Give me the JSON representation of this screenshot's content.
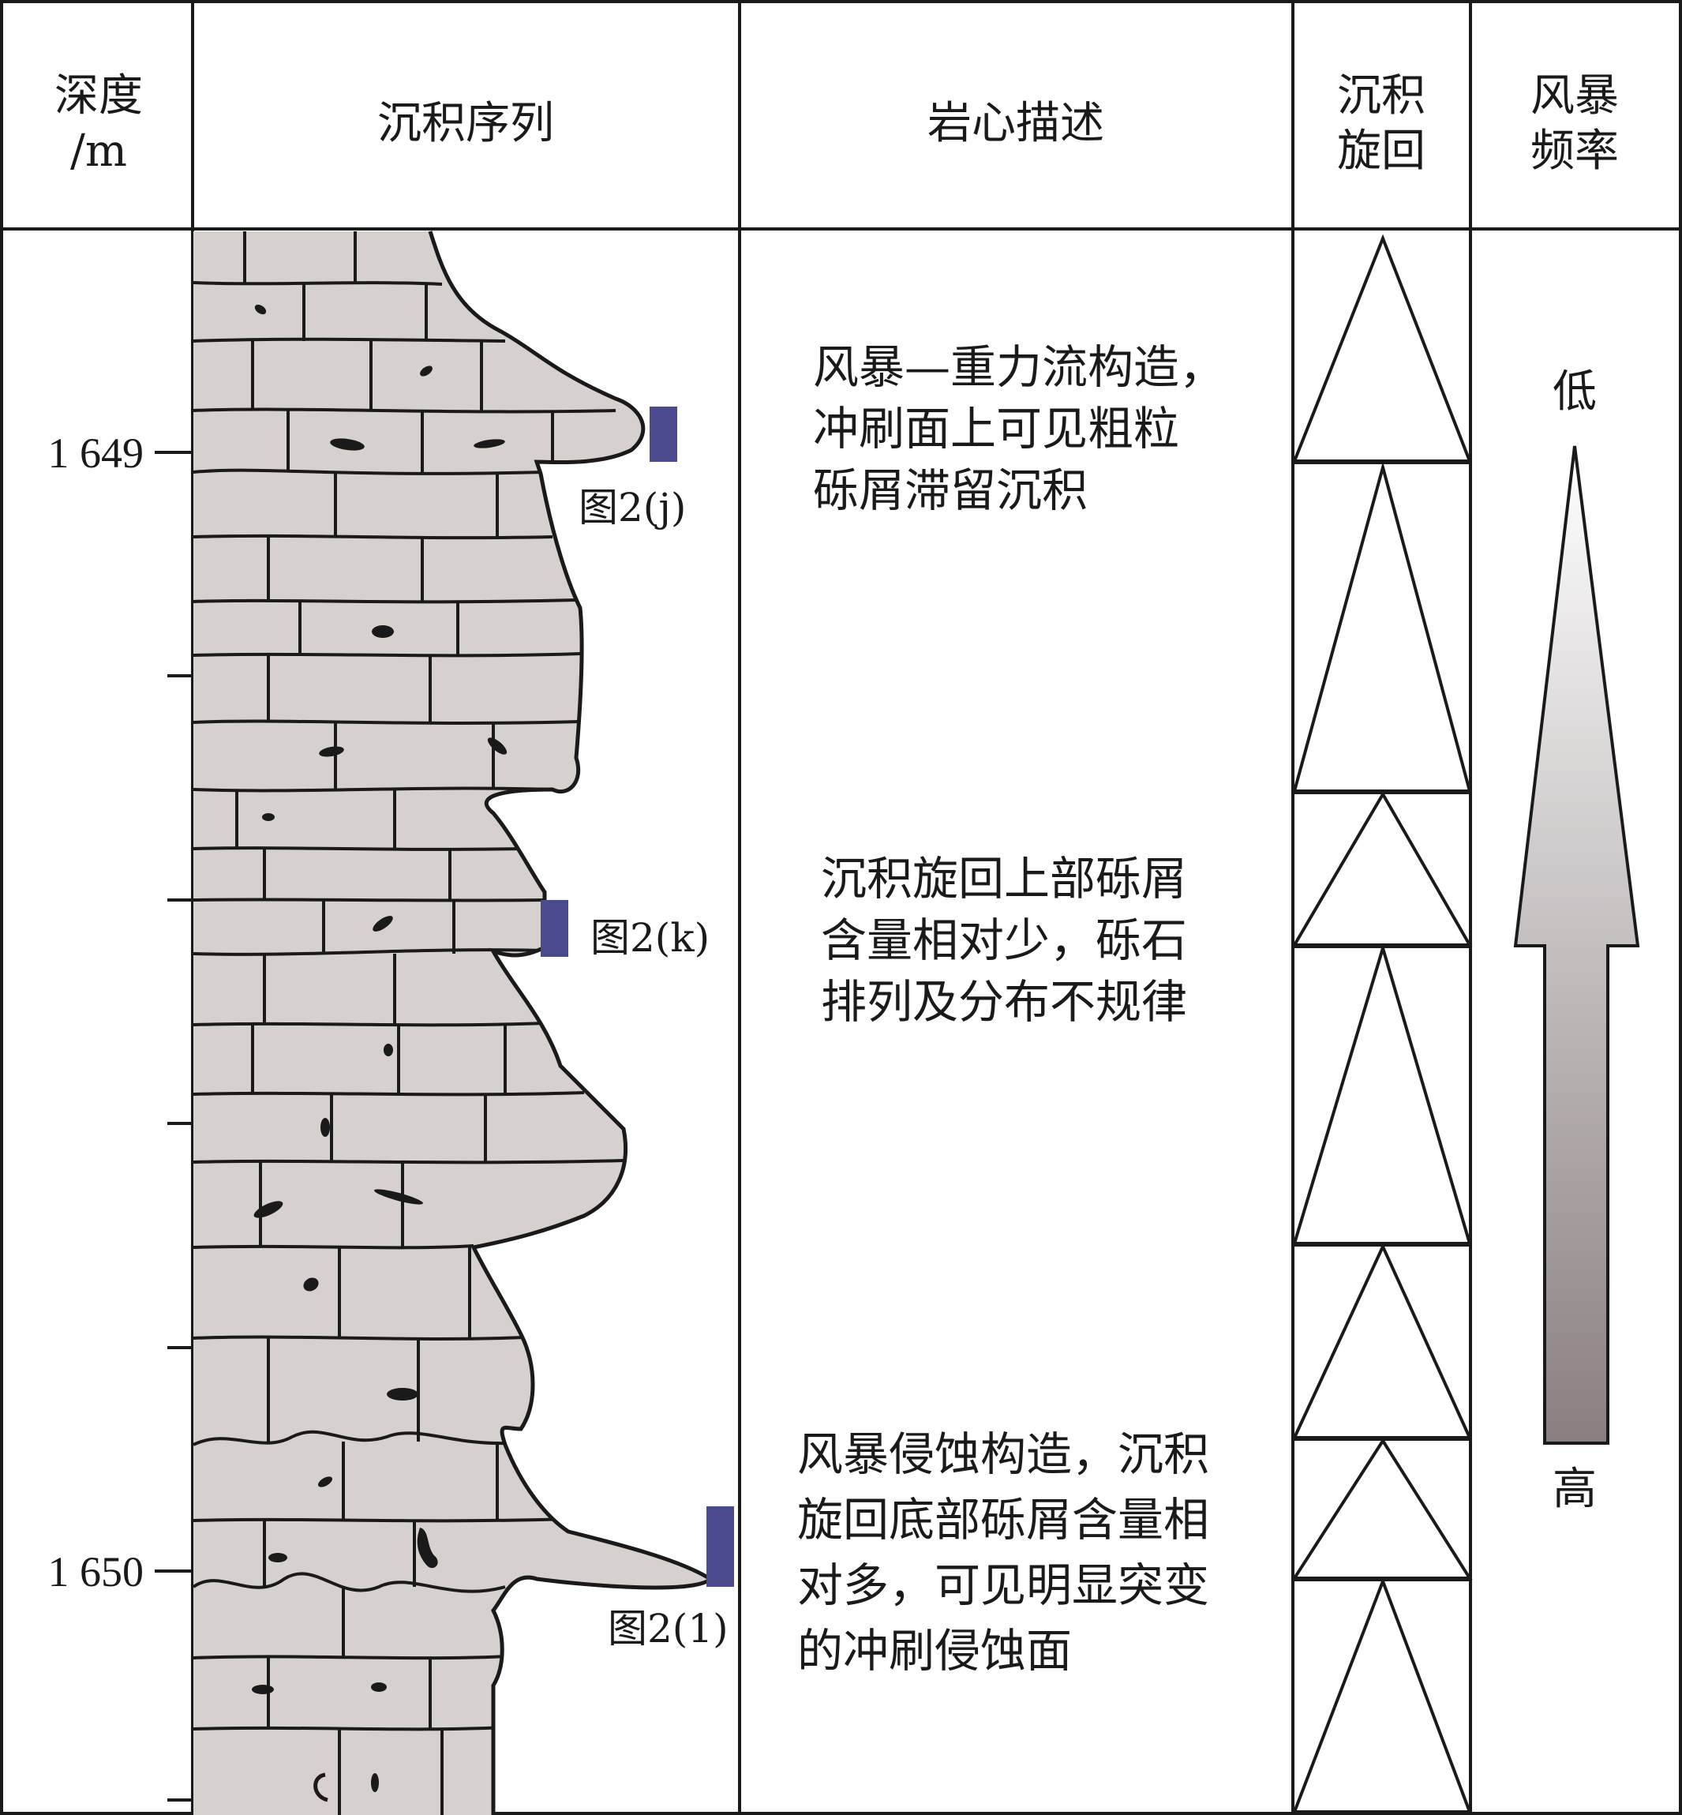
{
  "headers": {
    "depth": [
      "深度",
      "/m"
    ],
    "sequence": "沉积序列",
    "core_description": "岩心描述",
    "cycle": [
      "沉积",
      "旋回"
    ],
    "storm_frequency": [
      "风暴",
      "频率"
    ]
  },
  "depth_labels": [
    "1 649",
    "1 650"
  ],
  "photo_labels": [
    "图2(j)",
    "图2(k)",
    "图2(1)"
  ],
  "descriptions": [
    [
      "风暴—重力流构造，",
      "冲刷面上可见粗粒",
      "砾屑滞留沉积"
    ],
    [
      "沉积旋回上部砾屑",
      "含量相对少，砾石",
      "排列及分布不规律"
    ],
    [
      "风暴侵蚀构造，沉积",
      "旋回底部砾屑含量相",
      "对多，可见明显突变",
      "的冲刷侵蚀面"
    ]
  ],
  "frequency": {
    "top": "低",
    "bottom": "高"
  },
  "colors": {
    "rock": "#d6d0cf",
    "marker": "#4b4a8f",
    "line": "#1a1a1a",
    "arrow_top": "#ffffff",
    "arrow_bottom": "#8a7f80"
  }
}
